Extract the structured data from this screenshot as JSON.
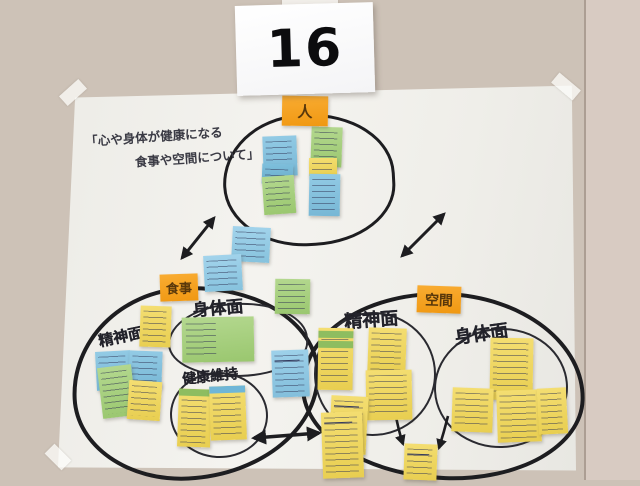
{
  "header": {
    "number": "16"
  },
  "title": {
    "line1": "「心や身体が健康になる",
    "line2": "食事や空間について」"
  },
  "tags": {
    "person": "人",
    "meal": "食事",
    "space": "空間"
  },
  "labels": {
    "meal_physical": "身体面",
    "meal_mental": "精神面",
    "meal_health": "健康維持",
    "space_mental": "精神面",
    "space_physical": "身体面"
  },
  "colors": {
    "wall": "#cdc2b7",
    "paper": "#f0efeb",
    "marker": "#1d1d20",
    "note_orange": "#f5a224",
    "note_yellow": "#eed45e",
    "note_blue": "#85c2de",
    "note_green": "#a7cf7f"
  }
}
